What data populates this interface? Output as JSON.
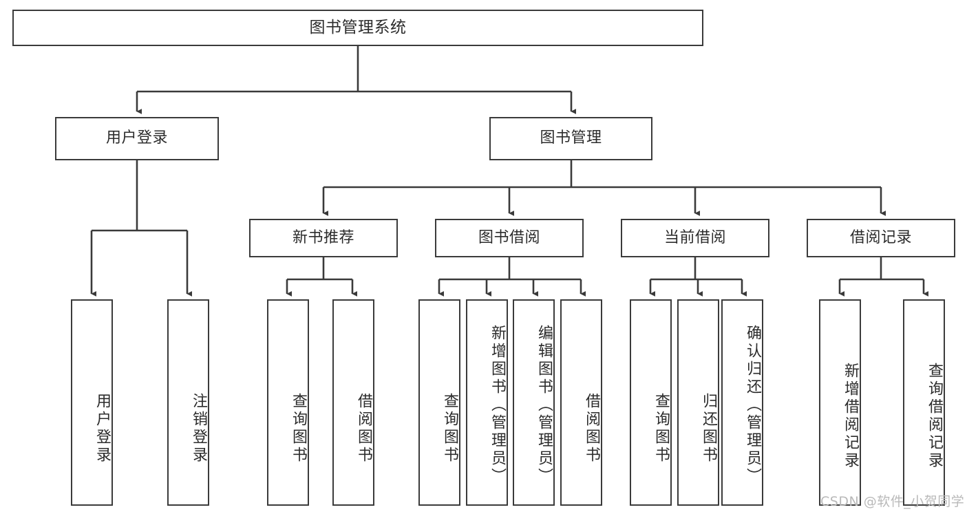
{
  "diagram": {
    "type": "tree",
    "title": "图书管理系统",
    "stroke_color": "#3a3a3a",
    "fill_color": "#ffffff",
    "text_color": "#2b2b2b",
    "nodes": {
      "root": {
        "label": "图书管理系统"
      },
      "level2": [
        {
          "id": "user-login",
          "label": "用户登录"
        },
        {
          "id": "book-manage",
          "label": "图书管理"
        }
      ],
      "level3": [
        {
          "id": "new-book-rec",
          "label": "新书推荐"
        },
        {
          "id": "book-borrow",
          "label": "图书借阅"
        },
        {
          "id": "current-borrow",
          "label": "当前借阅"
        },
        {
          "id": "borrow-record",
          "label": "借阅记录"
        }
      ],
      "leaves": [
        {
          "id": "leaf-user-login",
          "label": "用户登录",
          "parent": "user-login"
        },
        {
          "id": "leaf-user-logout",
          "label": "注销登录",
          "parent": "user-login"
        },
        {
          "id": "leaf-query-book-1",
          "label": "查询图书",
          "parent": "new-book-rec"
        },
        {
          "id": "leaf-borrow-book-1",
          "label": "借阅图书",
          "parent": "new-book-rec"
        },
        {
          "id": "leaf-query-book-2",
          "label": "查询图书",
          "parent": "book-borrow"
        },
        {
          "id": "leaf-add-book",
          "label": "新增图书（管理员）",
          "parent": "book-borrow"
        },
        {
          "id": "leaf-edit-book",
          "label": "编辑图书（管理员）",
          "parent": "book-borrow"
        },
        {
          "id": "leaf-borrow-book-2",
          "label": "借阅图书",
          "parent": "book-borrow"
        },
        {
          "id": "leaf-query-book-3",
          "label": "查询图书",
          "parent": "current-borrow"
        },
        {
          "id": "leaf-return-book",
          "label": "归还图书",
          "parent": "current-borrow"
        },
        {
          "id": "leaf-confirm-return",
          "label": "确认归还（管理员）",
          "parent": "current-borrow"
        },
        {
          "id": "leaf-add-record",
          "label": "新增借阅记录",
          "parent": "borrow-record"
        },
        {
          "id": "leaf-query-record",
          "label": "查询借阅记录",
          "parent": "borrow-record"
        }
      ]
    }
  },
  "watermark": {
    "text": "CSDN @软件_小贺同学",
    "color": "#b9b9b9"
  }
}
